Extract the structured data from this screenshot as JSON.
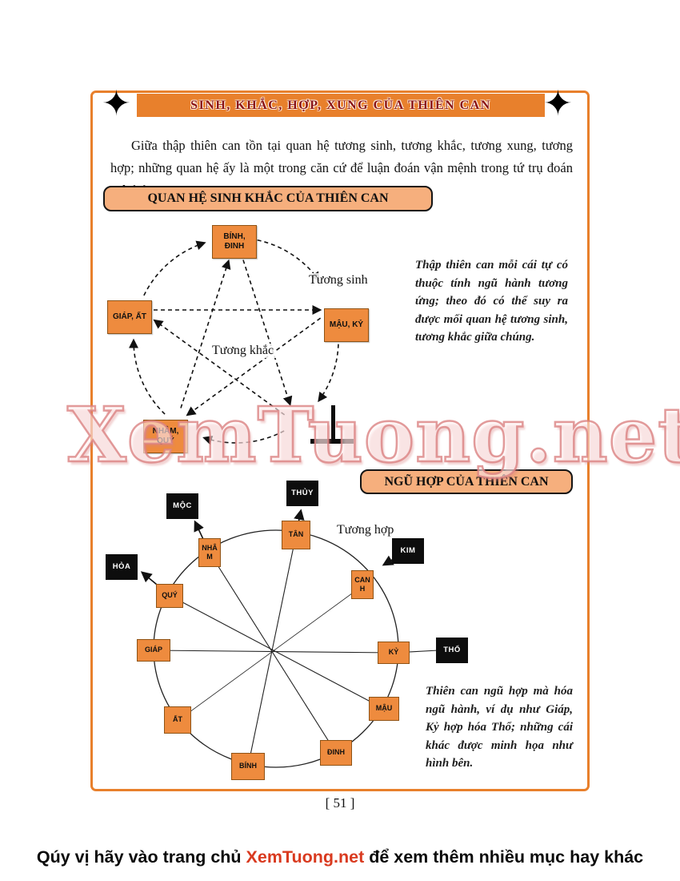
{
  "page": {
    "header_title": "SINH, KHẮC, HỢP, XUNG CỦA THIÊN CAN",
    "intro": "Giữa thập thiên can tồn tại quan hệ tương sinh, tương khắc, tương xung, tương hợp; những quan hệ ấy là một trong căn cứ để luận đoán vận mệnh trong tứ trụ đoán mệnh học.",
    "page_number": "[ 51 ]",
    "watermark": "XemTuong.net",
    "footer_prefix": "Qúy vị hãy vào trang chủ ",
    "footer_link": "XemTuong.net",
    "footer_suffix": " để xem thêm nhiều mục hay khác"
  },
  "section1": {
    "title": "QUAN HỆ SINH KHẮC CỦA THIÊN CAN",
    "label_sinh": "Tương sinh",
    "label_khac": "Tương khắc",
    "nodes": [
      "BÍNH, ĐINH",
      "GIÁP, ẤT",
      "MẬU, KỶ",
      "NHÂM, QUÝ"
    ],
    "note": "Thập thiên can mỗi cái tự có thuộc tính ngũ hành tương ứng; theo đó có thể suy ra được mối quan hệ tương sinh, tương khắc giữa chúng."
  },
  "section2": {
    "title": "NGŨ HỢP CỦA THIÊN CAN",
    "label_hop": "Tương hợp",
    "elements": [
      "THỦY",
      "MỘC",
      "HỎA",
      "KIM",
      "THỔ"
    ],
    "stems": [
      "TÂN",
      "NHÂM",
      "QUÝ",
      "GIÁP",
      "ẤT",
      "BÍNH",
      "ĐINH",
      "MẬU",
      "KỶ",
      "CANH"
    ],
    "note": "Thiên can ngũ hợp mà hóa ngũ hành, ví dụ như Giáp, Kỷ hợp hóa Thổ; những cái khác được minh họa như hình bên."
  },
  "colors": {
    "orange": "#E8802C",
    "peach": "#F6AF7D",
    "node_orange": "#EE8B3E",
    "title_red": "#8A1212",
    "link_red": "#D93A1F"
  }
}
